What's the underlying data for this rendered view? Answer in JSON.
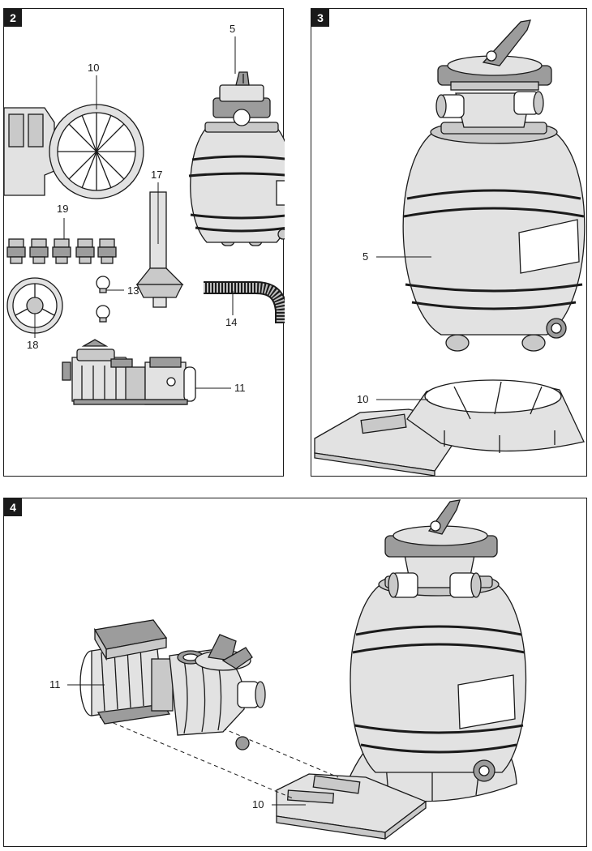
{
  "panels": [
    {
      "number": "2",
      "callouts": [
        "5",
        "10",
        "17",
        "19",
        "13",
        "14",
        "18",
        "11"
      ]
    },
    {
      "number": "3",
      "callouts": [
        "5",
        "10"
      ]
    },
    {
      "number": "4",
      "callouts": [
        "11",
        "10"
      ]
    }
  ]
}
